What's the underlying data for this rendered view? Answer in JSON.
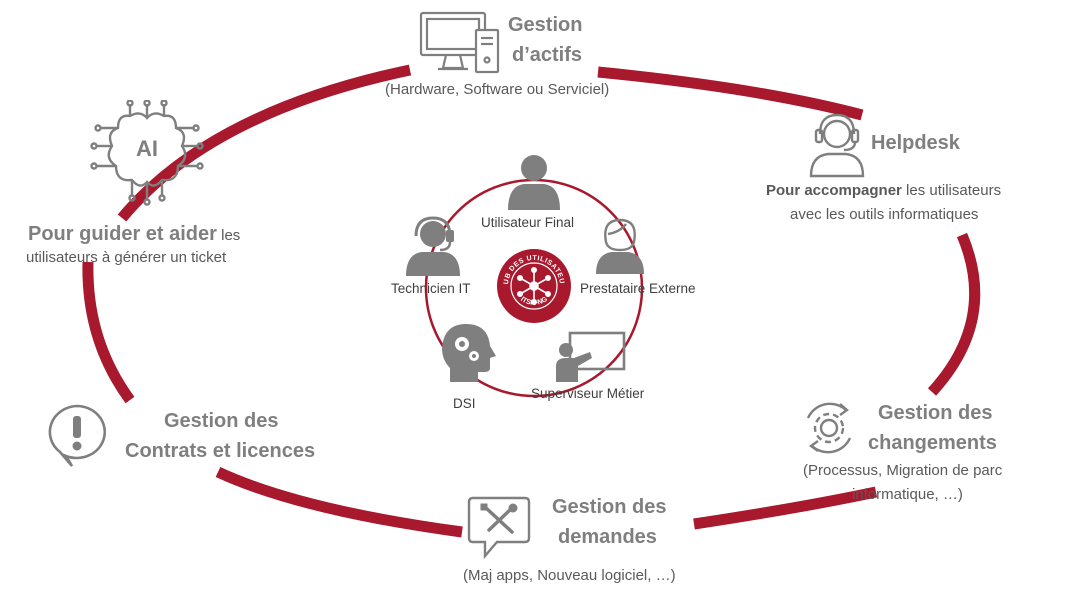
{
  "colors": {
    "ring": "#a8192e",
    "icon": "#7f7f7f",
    "text": "#7f7f7f"
  },
  "nodes": {
    "actifs": {
      "icon": "computer-icon",
      "title_1": "Gestion",
      "title_2": "d’actifs",
      "desc": "(Hardware, Software ou Serviciel)"
    },
    "helpdesk": {
      "icon": "headset-agent-icon",
      "title": "Helpdesk",
      "desc_strong": "Pour accompagner",
      "desc_1": " les utilisateurs",
      "desc_2": "avec les outils informatiques"
    },
    "changements": {
      "icon": "gear-cycle-icon",
      "title_1": "Gestion des",
      "title_2": "changements",
      "desc_1": "(Processus, Migration de parc",
      "desc_2": "informatique, …)"
    },
    "demandes": {
      "icon": "tools-chat-icon",
      "title_1": "Gestion des",
      "title_2": "demandes",
      "desc": "(Maj apps, Nouveau logiciel, …)"
    },
    "contrats": {
      "icon": "alert-chat-icon",
      "title_1": "Gestion des",
      "title_2": "Contrats et licences"
    },
    "ia": {
      "icon": "ai-brain-icon",
      "icon_text": "AI",
      "title_strong": "Pour guider et aider",
      "title_rest": " les",
      "desc": "utilisateurs à générer un ticket"
    }
  },
  "roles": {
    "utilisateur": {
      "icon": "user-icon",
      "label": "Utilisateur  Final"
    },
    "prestataire": {
      "icon": "woman-icon",
      "label": "Prestataire Externe"
    },
    "superviseur": {
      "icon": "presenter-icon",
      "label": "Superviseur Métier"
    },
    "dsi": {
      "icon": "head-gears-icon",
      "label": "DSI"
    },
    "technicien": {
      "icon": "headset-user-icon",
      "label": "Technicien IT"
    }
  },
  "logo": {
    "text_top": "CLUB DES UTILISATEURS",
    "text_bottom": "ITSM-NG"
  }
}
